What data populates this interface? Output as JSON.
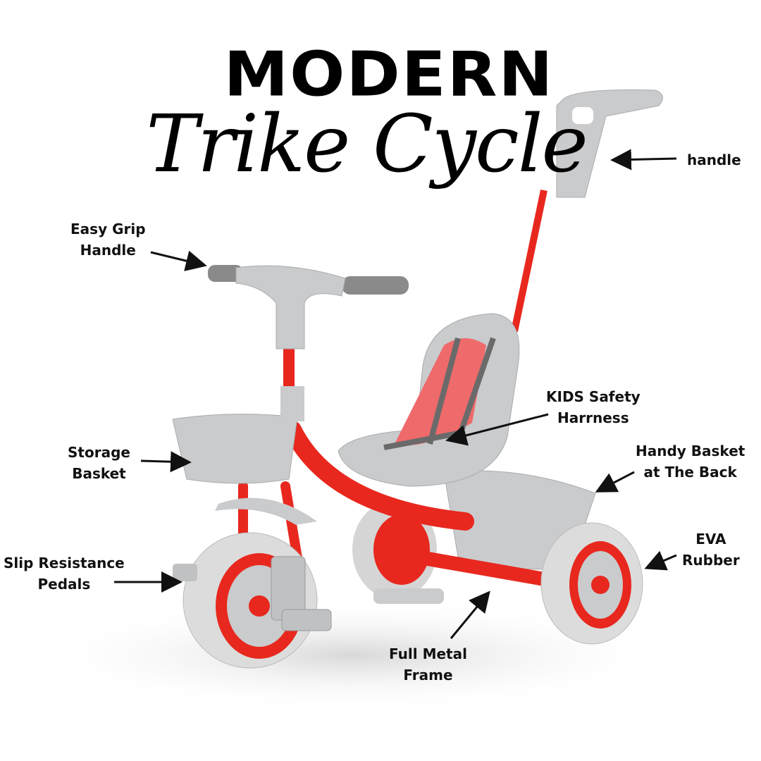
{
  "title": {
    "line1": "MODERN",
    "line2": "Trike Cycle"
  },
  "labels": {
    "handle": "handle",
    "easy_grip": [
      "Easy Grip",
      "Handle"
    ],
    "storage": [
      "Storage",
      "Basket"
    ],
    "harness": [
      "KIDS Safety",
      "Harrness"
    ],
    "back_basket": [
      "Handy Basket",
      "at The Back"
    ],
    "eva": [
      "EVA",
      "Rubber"
    ],
    "pedals": [
      "Slip Resistance",
      "Pedals"
    ],
    "frame": [
      "Full Metal",
      "Frame"
    ]
  },
  "colors": {
    "frame": "#e8281e",
    "plastic": "#c9cbcd",
    "text": "#111111"
  }
}
